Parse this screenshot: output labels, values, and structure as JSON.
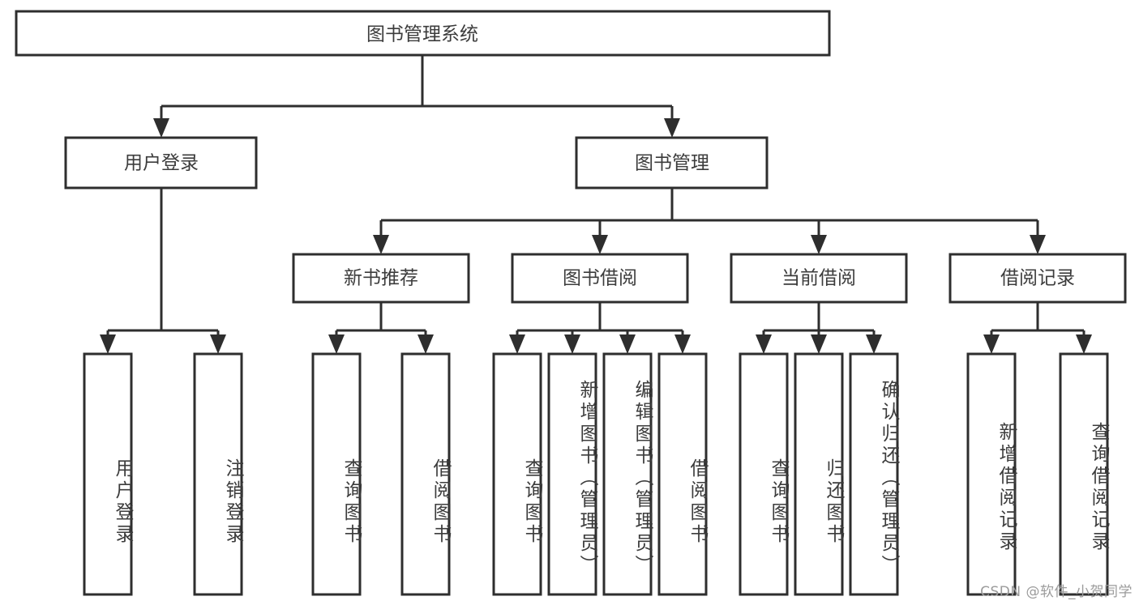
{
  "diagram": {
    "title": "图书管理系统",
    "type": "tree-hierarchy-chart",
    "watermark": "CSDN @软件_小贺同学",
    "root": {
      "id": "root",
      "label": "图书管理系统"
    },
    "level2": [
      {
        "id": "user-login",
        "label": "用户登录"
      },
      {
        "id": "book-management",
        "label": "图书管理"
      }
    ],
    "level3": [
      {
        "id": "new-book-recommend",
        "label": "新书推荐",
        "parent": "book-management"
      },
      {
        "id": "book-borrow",
        "label": "图书借阅",
        "parent": "book-management"
      },
      {
        "id": "current-borrow",
        "label": "当前借阅",
        "parent": "book-management"
      },
      {
        "id": "borrow-record",
        "label": "借阅记录",
        "parent": "book-management"
      }
    ],
    "leaves": [
      {
        "id": "leaf-user-login",
        "label": "用户登录",
        "parent": "user-login"
      },
      {
        "id": "leaf-logout-login",
        "label": "注销登录",
        "parent": "user-login"
      },
      {
        "id": "leaf-query-book-1",
        "label": "查询图书",
        "parent": "new-book-recommend"
      },
      {
        "id": "leaf-borrow-book-1",
        "label": "借阅图书",
        "parent": "new-book-recommend"
      },
      {
        "id": "leaf-query-book-2",
        "label": "查询图书",
        "parent": "book-borrow"
      },
      {
        "id": "leaf-add-book",
        "label": "新增图书（管理员）",
        "parent": "book-borrow"
      },
      {
        "id": "leaf-edit-book",
        "label": "编辑图书（管理员）",
        "parent": "book-borrow"
      },
      {
        "id": "leaf-borrow-book-2",
        "label": "借阅图书",
        "parent": "book-borrow"
      },
      {
        "id": "leaf-query-book-3",
        "label": "查询图书",
        "parent": "current-borrow"
      },
      {
        "id": "leaf-return-book",
        "label": "归还图书",
        "parent": "current-borrow"
      },
      {
        "id": "leaf-confirm-return",
        "label": "确认归还（管理员）",
        "parent": "current-borrow"
      },
      {
        "id": "leaf-add-record",
        "label": "新增借阅记录",
        "parent": "borrow-record"
      },
      {
        "id": "leaf-query-record",
        "label": "查询借阅记录",
        "parent": "borrow-record"
      }
    ],
    "colors": {
      "box_stroke": "#2e2e2e",
      "box_fill": "#ffffff",
      "text": "#3c3c3c",
      "connector": "#2e2e2e",
      "watermark": "#9b9b9b",
      "background": "#ffffff"
    }
  }
}
